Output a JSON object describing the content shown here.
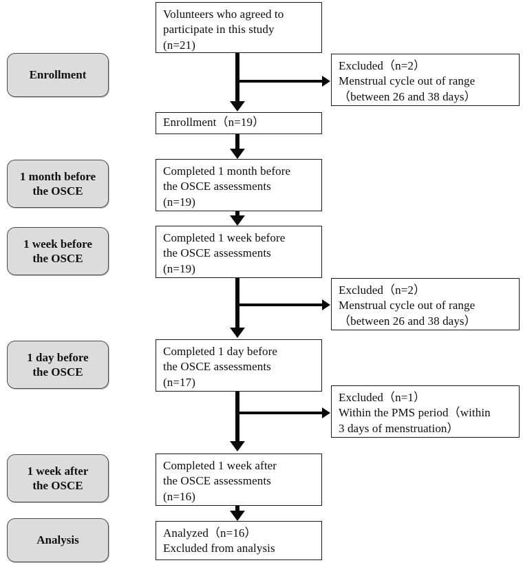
{
  "diagram": {
    "title": "CONSORT-style participant flow diagram",
    "colors": {
      "stage_label_fill": "#dcdcdc",
      "stage_label_border": "#4a4a4a",
      "node_border": "#1a1a1a",
      "node_fill": "#ffffff",
      "arrow": "#0a0a0a"
    }
  },
  "stage_labels": [
    {
      "id": "enrollment",
      "lines": [
        "Enrollment"
      ]
    },
    {
      "id": "one-month-before",
      "lines": [
        "1 month before",
        "the OSCE"
      ]
    },
    {
      "id": "one-week-before",
      "lines": [
        "1 week before",
        "the OSCE"
      ]
    },
    {
      "id": "one-day-before",
      "lines": [
        "1 day before",
        "the OSCE"
      ]
    },
    {
      "id": "one-week-after",
      "lines": [
        "1 week after",
        "the OSCE"
      ]
    },
    {
      "id": "analysis",
      "lines": [
        "Analysis"
      ]
    }
  ],
  "main_nodes": [
    {
      "id": "volunteers",
      "lines": [
        "Volunteers who agreed to",
        "participate in this study",
        "(n=21)"
      ]
    },
    {
      "id": "enrollment-node",
      "lines": [
        "Enrollment（n=19）"
      ]
    },
    {
      "id": "completed-one-month",
      "lines": [
        "Completed 1 month before",
        "the OSCE assessments",
        "(n=19)"
      ]
    },
    {
      "id": "completed-one-week-before",
      "lines": [
        "Completed 1 week before",
        "the OSCE assessments",
        "(n=19)"
      ]
    },
    {
      "id": "completed-one-day-before",
      "lines": [
        "Completed 1 day before",
        "the OSCE assessments",
        "(n=17)"
      ]
    },
    {
      "id": "completed-one-week-after",
      "lines": [
        "Completed 1 week after",
        "the OSCE assessments",
        "(n=16)"
      ]
    },
    {
      "id": "analyzed",
      "lines": [
        "Analyzed（n=16）",
        "Excluded from analysis"
      ]
    }
  ],
  "excluded_nodes": [
    {
      "id": "excluded-1",
      "lines": [
        "Excluded（n=2）",
        "Menstrual cycle out of range",
        "（between 26 and 38 days）"
      ]
    },
    {
      "id": "excluded-2",
      "lines": [
        "Excluded（n=2）",
        "Menstrual cycle out of range",
        "（between 26 and 38 days）"
      ]
    },
    {
      "id": "excluded-3",
      "lines": [
        "Excluded（n=1）",
        "Within the PMS period（within",
        "3 days of menstruation）"
      ]
    }
  ]
}
